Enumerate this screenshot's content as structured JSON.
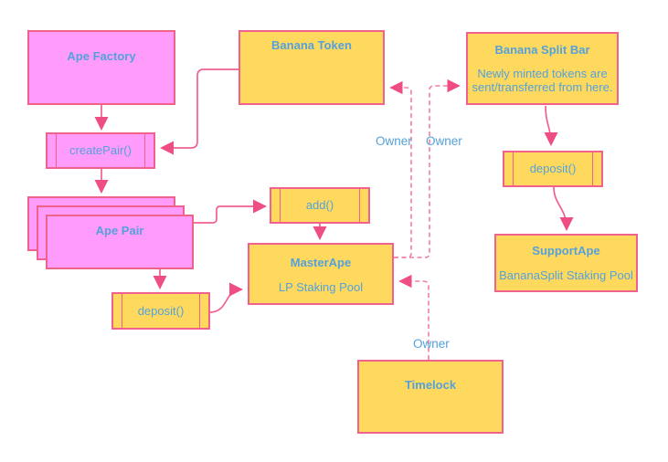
{
  "colors": {
    "pink_fill": "#FF9BFB",
    "yellow_fill": "#FFD95E",
    "stroke": "#F0618C",
    "arrow": "#EE4E84",
    "dashed_stroke": "#F47CA3",
    "text_blue": "#54A1DB",
    "background": "#FFFFFF"
  },
  "nodes": {
    "ape_factory": {
      "label": "Ape Factory"
    },
    "banana_token": {
      "label": "Banana Token"
    },
    "banana_split_bar": {
      "title": "Banana Split Bar",
      "description": "Newly minted tokens are sent/transferred from here."
    },
    "create_pair": {
      "label": "createPair()"
    },
    "ape_pair": {
      "label": "Ape Pair"
    },
    "add_fn": {
      "label": "add()"
    },
    "master_ape": {
      "title": "MasterApe",
      "subtitle": "LP Staking Pool"
    },
    "deposit_left": {
      "label": "deposit()"
    },
    "deposit_right": {
      "label": "deposit()"
    },
    "support_ape": {
      "title": "SupportApe",
      "subtitle": "BananaSplit Staking Pool"
    },
    "timelock": {
      "label": "Timelock"
    }
  },
  "edges": [
    {
      "from": "ape_factory",
      "to": "create_pair",
      "style": "solid"
    },
    {
      "from": "banana_token",
      "to": "create_pair",
      "style": "solid"
    },
    {
      "from": "create_pair",
      "to": "ape_pair",
      "style": "solid"
    },
    {
      "from": "ape_pair",
      "to": "add_fn",
      "style": "solid"
    },
    {
      "from": "add_fn",
      "to": "master_ape",
      "style": "solid"
    },
    {
      "from": "ape_pair",
      "to": "deposit_left",
      "style": "solid"
    },
    {
      "from": "deposit_left",
      "to": "master_ape",
      "style": "solid"
    },
    {
      "from": "banana_split_bar",
      "to": "deposit_right",
      "style": "solid"
    },
    {
      "from": "deposit_right",
      "to": "support_ape",
      "style": "solid"
    },
    {
      "from": "master_ape",
      "to": "banana_token",
      "style": "dashed",
      "label": "Owner"
    },
    {
      "from": "master_ape",
      "to": "banana_split_bar",
      "style": "dashed",
      "label": "Owner"
    },
    {
      "from": "timelock",
      "to": "master_ape",
      "style": "dashed",
      "label": "Owner"
    }
  ]
}
